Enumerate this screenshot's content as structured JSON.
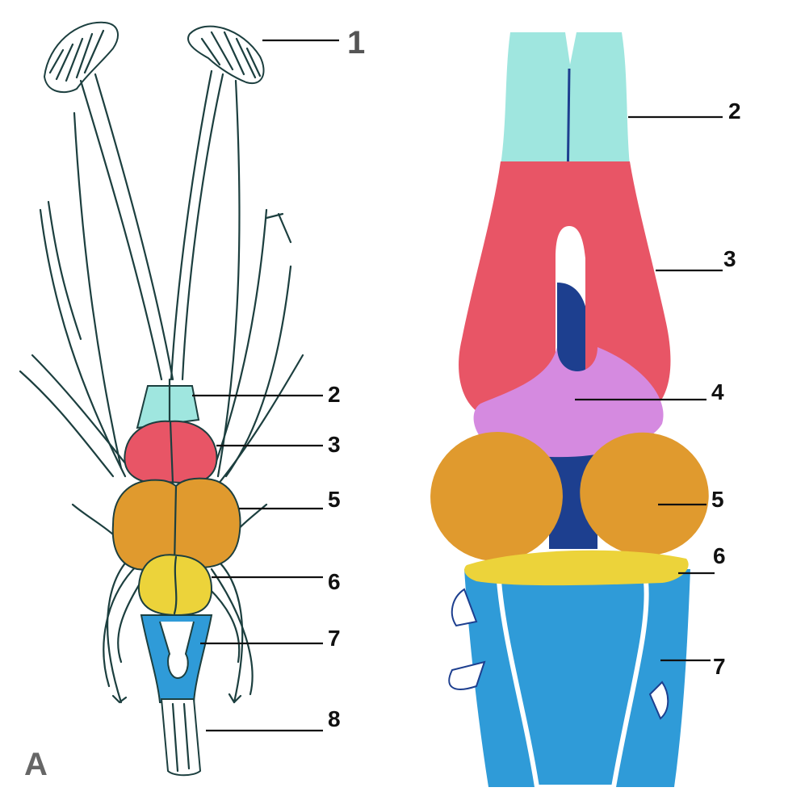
{
  "panel_label": "A",
  "colors": {
    "olfactory_bulb": "#9fe6df",
    "forebrain": "#e85566",
    "diencephalon": "#d58ae0",
    "optic_lobes": "#e09a2e",
    "cerebellum": "#ecd33a",
    "medulla": "#2f9bd8",
    "spinal_cord": "#ffffff",
    "ink": "#1c3f3f",
    "dark_blue": "#1d3f8f"
  },
  "left_labels": [
    {
      "text": "1",
      "part": "olfactory-organ"
    },
    {
      "text": "2",
      "part": "olfactory-bulb"
    },
    {
      "text": "3",
      "part": "forebrain"
    },
    {
      "text": "5",
      "part": "optic-lobe"
    },
    {
      "text": "6",
      "part": "cerebellum"
    },
    {
      "text": "7",
      "part": "medulla"
    },
    {
      "text": "8",
      "part": "spinal-cord"
    }
  ],
  "right_labels": [
    {
      "text": "2",
      "part": "olfactory-bulb"
    },
    {
      "text": "3",
      "part": "forebrain"
    },
    {
      "text": "4",
      "part": "diencephalon"
    },
    {
      "text": "5",
      "part": "optic-lobe"
    },
    {
      "text": "6",
      "part": "cerebellum"
    },
    {
      "text": "7",
      "part": "medulla"
    }
  ]
}
